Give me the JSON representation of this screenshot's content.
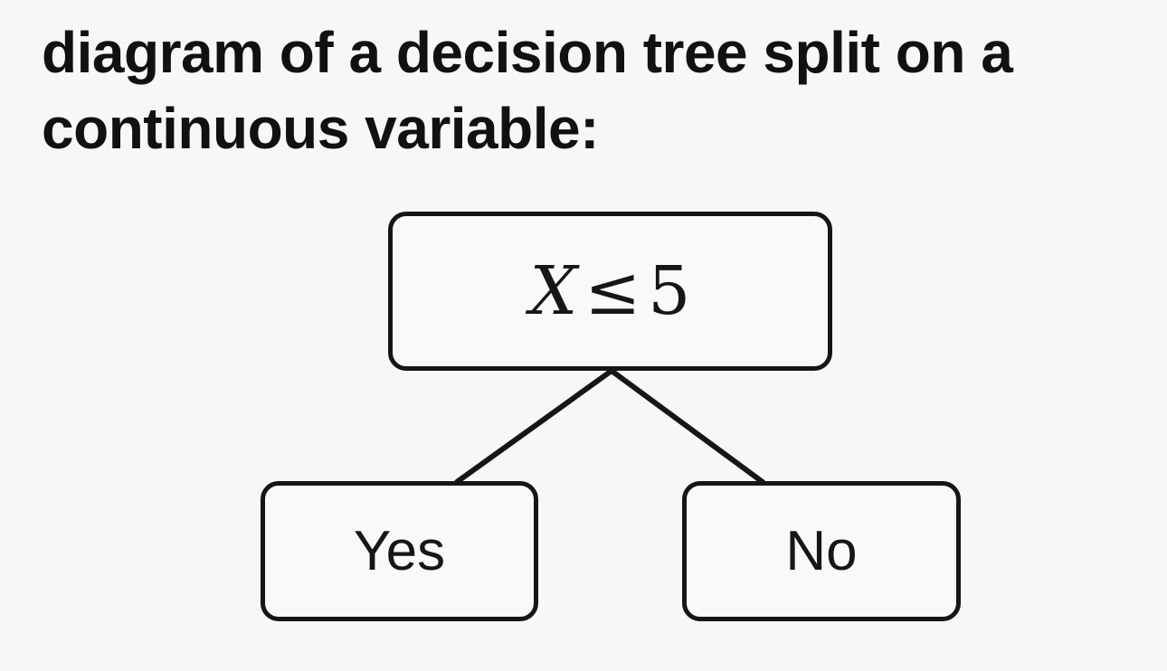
{
  "title": {
    "line1": "diagram of a decision tree split on a",
    "line2": "continuous variable:"
  },
  "tree": {
    "root": {
      "variable": "X",
      "operator": "≤",
      "threshold": "5"
    },
    "left_leaf": {
      "label": "Yes"
    },
    "right_leaf": {
      "label": "No"
    }
  }
}
